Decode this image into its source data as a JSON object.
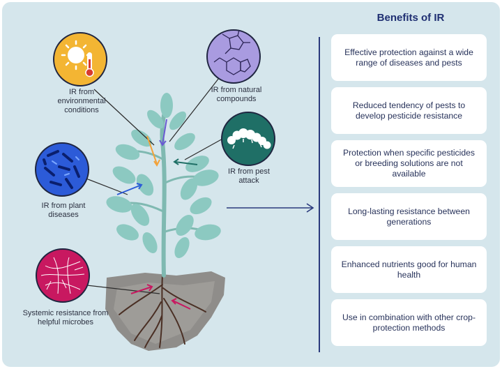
{
  "panel": {
    "title": "Benefits of IR",
    "benefits": [
      "Effective protection against a wide range of diseases and pests",
      "Reduced tendency of pests to develop pesticide resistance",
      "Protection when specific pesticides or breeding solutions are not available",
      "Long-lasting resistance between generations",
      "Enhanced nutrients good for human health",
      "Use in combination with other crop-protection methods"
    ]
  },
  "sources": {
    "environment": "IR from environmental conditions",
    "compounds": "IR from natural compounds",
    "pests": "IR from pest attack",
    "diseases": "IR from plant diseases",
    "microbes": "Systemic resistance from helpful microbes"
  },
  "colors": {
    "background": "#d5e6ec",
    "accent_navy": "#2a3a7c",
    "sun_circle": "#f3b533",
    "compound_circle": "#a99be0",
    "pest_circle": "#1f6f66",
    "disease_circle": "#2c5bd8",
    "microbe_circle": "#c81860",
    "plant_leaf": "#8cc9c1",
    "soil": "#8f8d8a"
  },
  "icons": {
    "environment": "sun-thermometer-icon",
    "compounds": "molecule-icon",
    "pests": "caterpillar-icon",
    "diseases": "bacteria-icon",
    "microbes": "mycelium-icon"
  }
}
